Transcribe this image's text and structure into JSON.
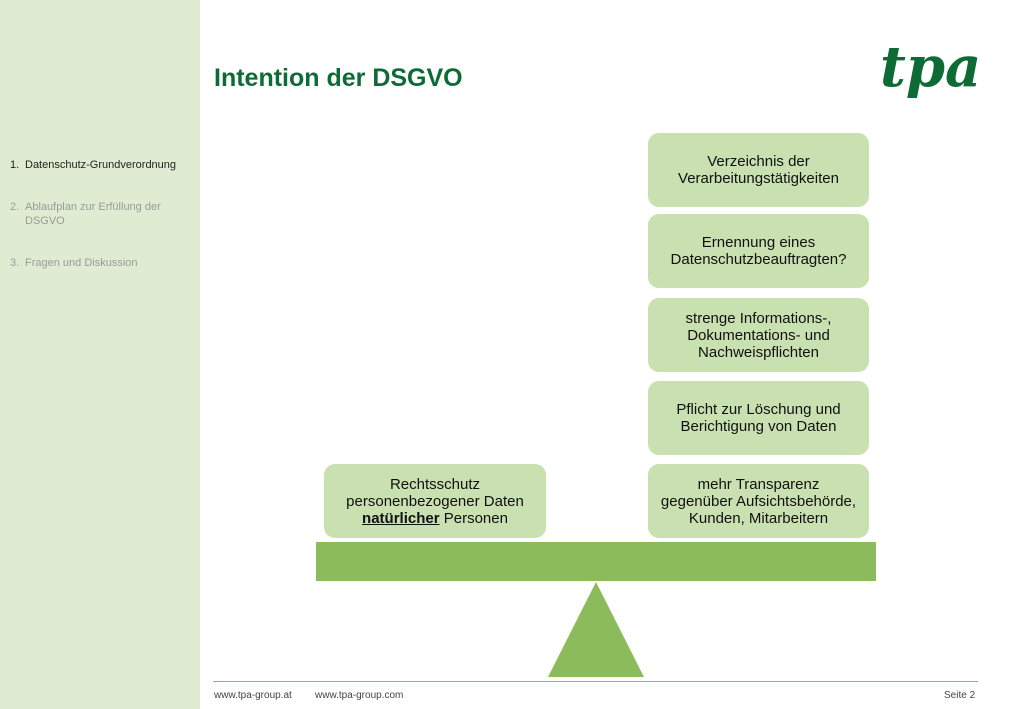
{
  "sidebar": {
    "items": [
      {
        "num": "1.",
        "label": "Datenschutz-Grundverordnung"
      },
      {
        "num": "2.",
        "label": "Ablaufplan zur Erfüllung der DSGVO"
      },
      {
        "num": "3.",
        "label": "Fragen und Diskussion"
      }
    ]
  },
  "header": {
    "title": "Intention der DSGVO",
    "logo_text": "tpa"
  },
  "scale": {
    "left_box": {
      "line1": "Rechtsschutz",
      "line2": "personenbezogener Daten",
      "emphasis": "natürlicher",
      "line3_rest": " Personen"
    },
    "right_boxes": [
      "Verzeichnis der Verarbeitungstätigkeiten",
      "Ernennung eines Datenschutzbeauftragten?",
      "strenge Informations-, Dokumentations- und Nachweispflichten",
      "Pflicht zur Löschung und Berichtigung von Daten",
      "mehr Transparenz gegenüber Aufsichtsbehörde, Kunden, Mitarbeitern"
    ]
  },
  "footer": {
    "link1": "www.tpa-group.at",
    "link2": "www.tpa-group.com",
    "page": "Seite 2"
  },
  "colors": {
    "sidebar_bg": "#dfecd2",
    "title_green": "#0f6b36",
    "box_fill": "#c9e0b1",
    "beam_green": "#8cbb5c"
  }
}
